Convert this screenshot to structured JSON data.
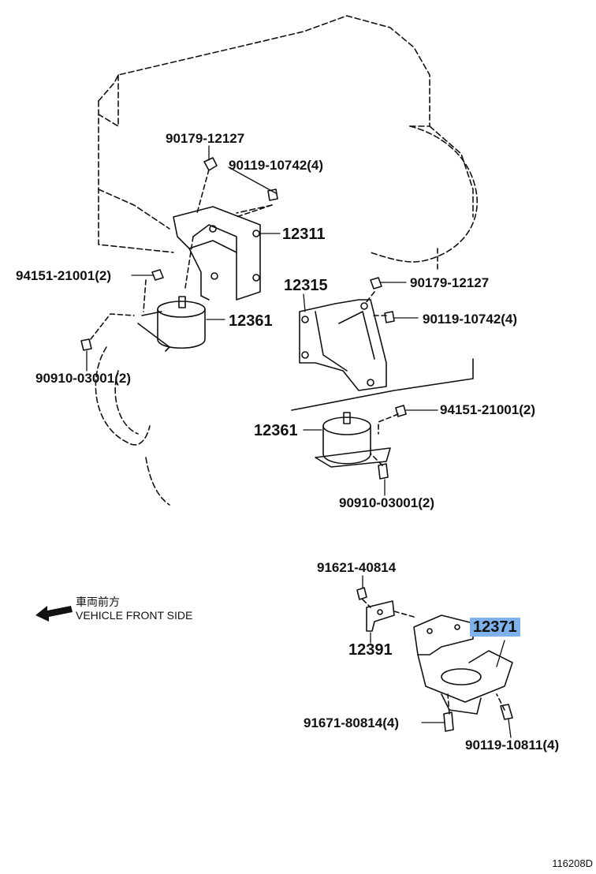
{
  "diagram": {
    "labels": {
      "bolt_top_nut": "90179-12127",
      "bolt_top_bolt": "90119-10742(4)",
      "bracket_left": "12311",
      "nut_left": "94151-21001(2)",
      "insulator_left": "12361",
      "bolt_left_lower": "90910-03001(2)",
      "bracket_right": "12315",
      "nut_right_top": "90179-12127",
      "bolt_right_top": "90119-10742(4)",
      "nut_right": "94151-21001(2)",
      "insulator_right": "12361",
      "bolt_right_lower": "90910-03001(2)",
      "bolt_rear_top": "91621-40814",
      "bracket_rear": "12391",
      "insulator_rear": "12371",
      "bolt_rear_left": "91671-80814(4)",
      "bolt_rear_right": "90119-10811(4)"
    },
    "direction_note_jp": "車両前方",
    "direction_note_en": "VEHICLE FRONT SIDE",
    "figure_id": "116208D",
    "highlight_color": "#7fb1ea"
  }
}
